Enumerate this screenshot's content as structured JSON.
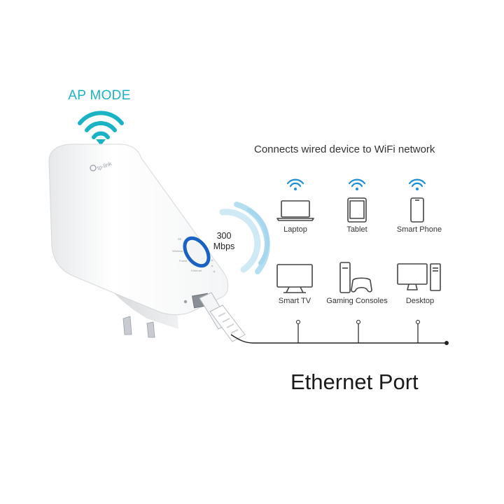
{
  "mode_label": "AP MODE",
  "speed": {
    "value": "300",
    "unit": "Mbps"
  },
  "device_brand": "tp-link",
  "device_leds": [
    "RE",
    "Wireless",
    "Power",
    "Ethernet"
  ],
  "heading": "Connects wired device to WiFi network",
  "wireless_devices": [
    {
      "label": "Laptop",
      "icon": "laptop-icon"
    },
    {
      "label": "Tablet",
      "icon": "tablet-icon"
    },
    {
      "label": "Smart Phone",
      "icon": "smartphone-icon"
    }
  ],
  "wired_devices": [
    {
      "label": "Smart TV",
      "icon": "tv-icon"
    },
    {
      "label": "Gaming Consoles",
      "icon": "game-console-icon"
    },
    {
      "label": "Desktop",
      "icon": "desktop-icon"
    }
  ],
  "port_label": "Ethernet Port",
  "colors": {
    "accent": "#1ab3c6",
    "wifi_blue": "#1c8fd6",
    "led_ring": "#1a62c4",
    "icon_stroke": "#444444"
  }
}
